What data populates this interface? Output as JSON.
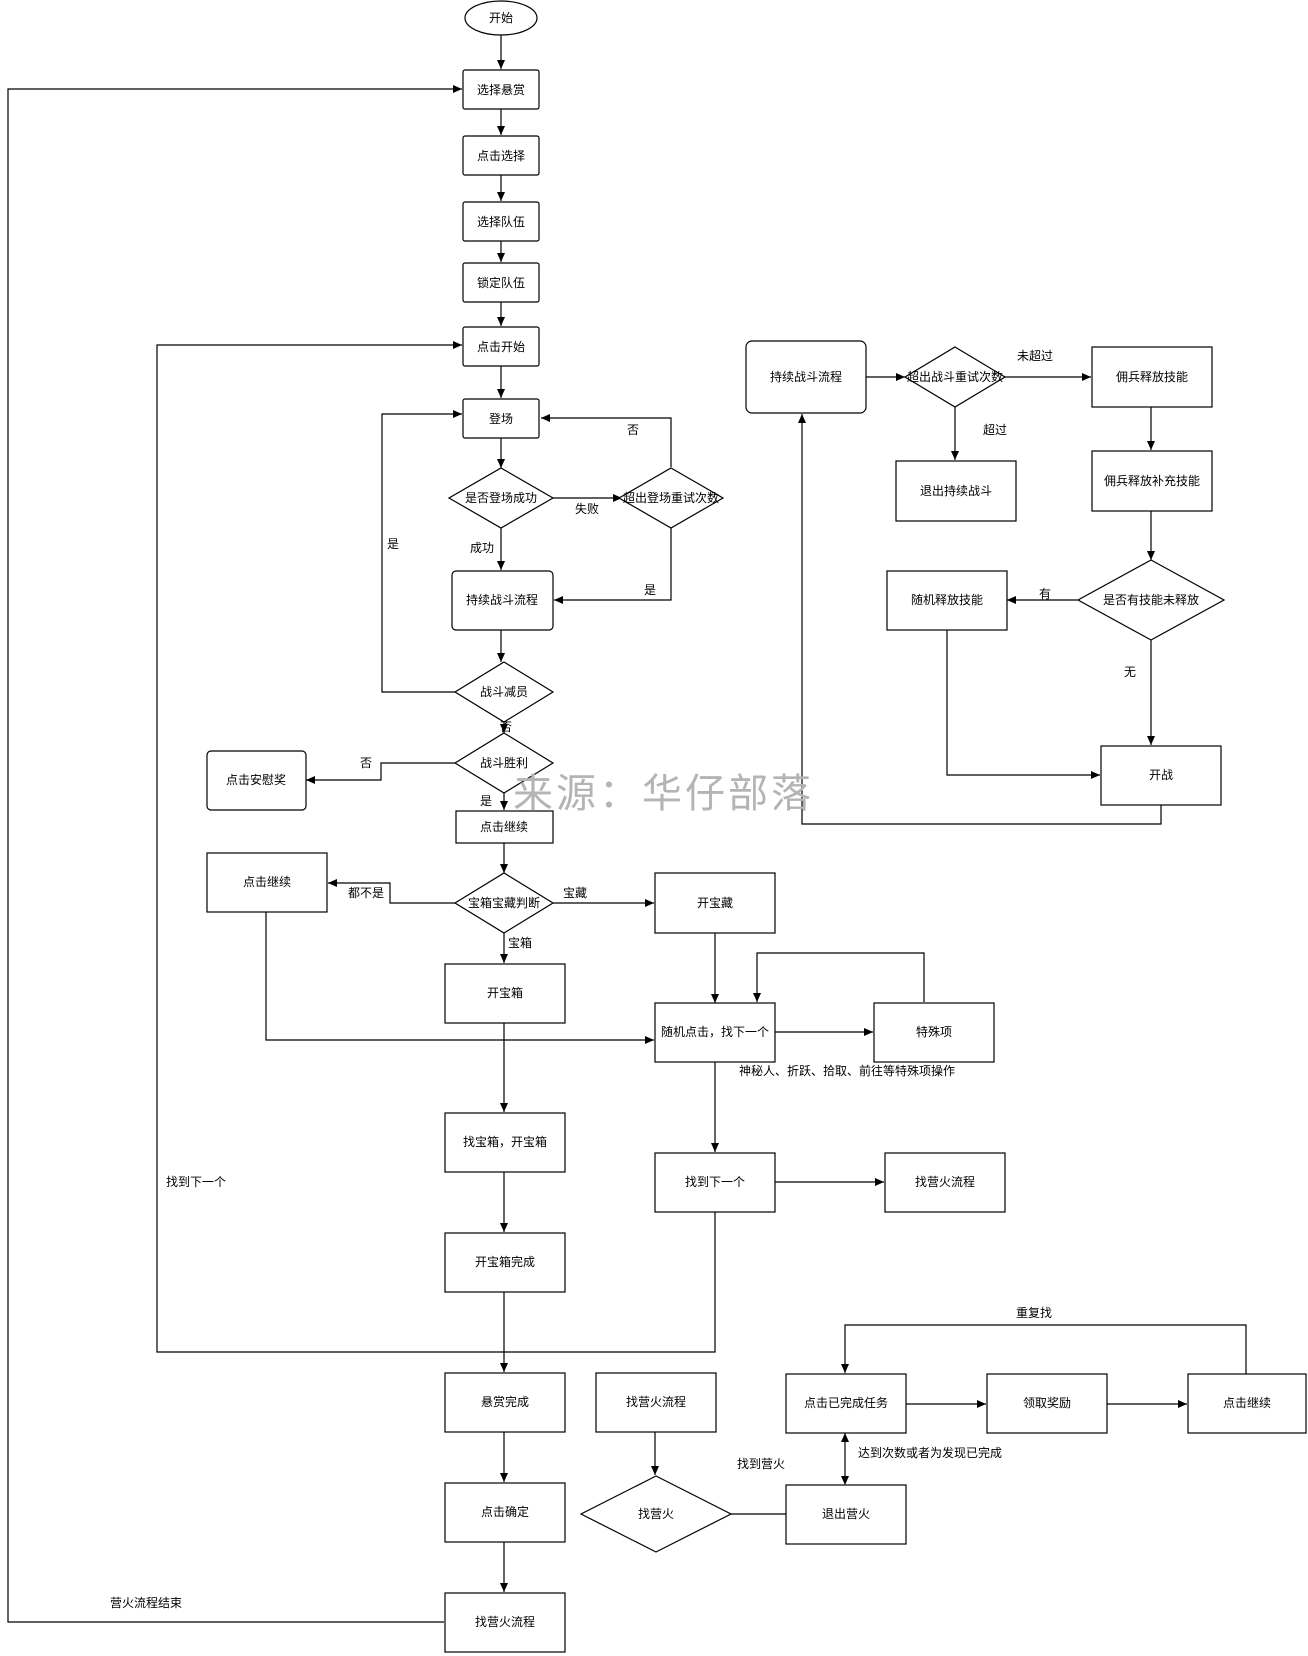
{
  "watermark": "来源：华仔部落",
  "nodes": {
    "start": "开始",
    "select_bounty": "选择悬赏",
    "click_select": "点击选择",
    "select_team": "选择队伍",
    "lock_team": "锁定队伍",
    "click_start": "点击开始",
    "deploy": "登场",
    "deploy_success": "是否登场成功",
    "deploy_retry": "超出登场重试次数",
    "battle_flow": "持续战斗流程",
    "wipe": "战斗减员",
    "victory": "战斗胜利",
    "consolation": "点击安慰奖",
    "click_continue_1": "点击继续",
    "chest_judge": "宝箱宝藏判断",
    "click_continue_2": "点击继续",
    "open_treasure": "开宝藏",
    "open_chest": "开宝箱",
    "random_click": "随机点击，找下一个",
    "special": "特殊项",
    "find_chest": "找宝箱，开宝箱",
    "find_next": "找到下一个",
    "find_campfire_flow_1": "找营火流程",
    "chest_done": "开宝箱完成",
    "bounty_done": "悬赏完成",
    "click_confirm": "点击确定",
    "find_campfire_flow_3": "找营火流程",
    "find_campfire_flow_2": "找营火流程",
    "find_campfire": "找营火",
    "exit_campfire": "退出营火",
    "click_completed": "点击已完成任务",
    "claim_reward": "领取奖励",
    "click_continue_3": "点击继续",
    "r_battle_flow": "持续战斗流程",
    "r_retry": "超出战斗重试次数",
    "r_merc_skill": "佣兵释放技能",
    "r_exit": "退出持续战斗",
    "r_merc_extra": "佣兵释放补充技能",
    "r_random_skill": "随机释放技能",
    "r_has_skill": "是否有技能未释放",
    "r_fight": "开战"
  },
  "edges": {
    "fail": "失败",
    "no_1": "否",
    "success": "成功",
    "yes_1": "是",
    "yes_2": "是",
    "no_2": "否",
    "no_3": "否",
    "yes_3": "是",
    "neither": "都不是",
    "treasure": "宝藏",
    "chest": "宝箱",
    "special_note": "神秘人、折跃、拾取、前往等特殊项操作",
    "found_next": "找到下一个",
    "campfire_end": "营火流程结束",
    "found_campfire": "找到营火",
    "repeat_find": "重复找",
    "reach_count": "达到次数或者为发现已完成",
    "not_exceed": "未超过",
    "exceed": "超过",
    "has": "有",
    "none": "无"
  }
}
